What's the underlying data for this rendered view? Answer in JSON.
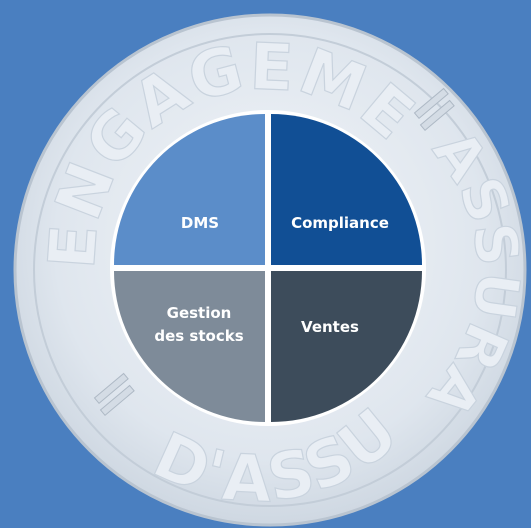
{
  "seal": {
    "top_text": "ENGAGEMENT",
    "right_text": "ASSURANCE",
    "bottom_text": "D'ASSU"
  },
  "quadrants": {
    "top_left": {
      "label": "DMS",
      "color": "#5b8dc9"
    },
    "top_right": {
      "label": "Compliance",
      "color": "#114f95"
    },
    "bottom_left": {
      "label_line1": "Gestion",
      "label_line2": "des stocks",
      "color": "#7e8b99"
    },
    "bottom_right": {
      "label": "Ventes",
      "color": "#3d4c5b"
    }
  },
  "colors": {
    "background": "#4a7fc0",
    "seal": "#dfe6ee",
    "seal_edge": "#b9c4d0"
  }
}
